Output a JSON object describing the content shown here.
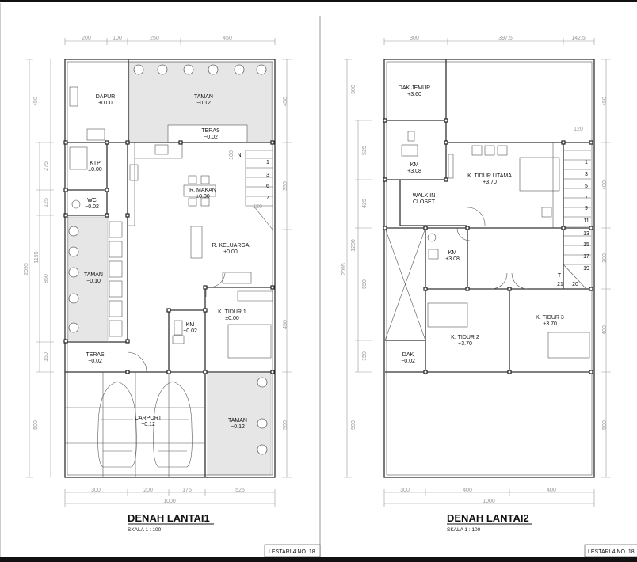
{
  "plan1": {
    "title": "DENAH LANTAI1",
    "scale": "SKALA 1 : 100",
    "stamp": "LESTARI 4 NO. 18",
    "rooms": [
      {
        "name": "DAPUR",
        "level": "±0.00"
      },
      {
        "name": "TAMAN",
        "level": "−0.12"
      },
      {
        "name": "TERAS",
        "level": "−0.02"
      },
      {
        "name": "KTP",
        "level": "±0.00"
      },
      {
        "name": "WC",
        "level": "−0.02"
      },
      {
        "name": "R. MAKAN",
        "level": "±0.00"
      },
      {
        "name": "R. KELUARGA",
        "level": "±0.00"
      },
      {
        "name": "TAMAN",
        "level": "−0.10"
      },
      {
        "name": "KM",
        "level": "−0.02"
      },
      {
        "name": "K. TIDUR 1",
        "level": "±0.00"
      },
      {
        "name": "TERAS",
        "level": "−0.02"
      },
      {
        "name": "CARPORT",
        "level": "−0.12"
      },
      {
        "name": "TAMAN",
        "level": "−0.12"
      }
    ],
    "dims_top": [
      "200",
      "100",
      "250",
      "450"
    ],
    "dims_bottom": [
      "300",
      "200",
      "175",
      "525"
    ],
    "dim_total_bottom": "1000",
    "dims_left": [
      "450",
      "275",
      "125",
      "850",
      "150",
      "500"
    ],
    "dim_left_mid": "1195",
    "dim_left_total": "2095",
    "dims_right": [
      "450",
      "350",
      "450",
      "500"
    ],
    "stair_marks": [
      "N",
      "1",
      "3",
      "6",
      "7"
    ],
    "stair_dim": "120",
    "stair_side_dim": "100"
  },
  "plan2": {
    "title": "DENAH LANTAI2",
    "scale": "SKALA 1 : 100",
    "stamp": "LESTARI 4 NO. 18",
    "rooms": [
      {
        "name": "DAK JEMUR",
        "level": "+3.60"
      },
      {
        "name": "KM",
        "level": "+3.08"
      },
      {
        "name": "K. TIDUR UTAMA",
        "level": "+3.70"
      },
      {
        "name": "WALK IN",
        "level": "CLOSET"
      },
      {
        "name": "KM",
        "level": "+3.08"
      },
      {
        "name": "K. TIDUR 3",
        "level": "+3.70"
      },
      {
        "name": "K. TIDUR 2",
        "level": "+3.70"
      },
      {
        "name": "DAK",
        "level": "−0.02"
      }
    ],
    "dims_top": [
      "300",
      "397.5",
      "142.5"
    ],
    "dims_bottom": [
      "300",
      "400",
      "400"
    ],
    "dim_total_bottom": "1000",
    "dims_left": [
      "300",
      "525",
      "425",
      "550",
      "150",
      "500"
    ],
    "dim_left_mid": "1200",
    "dim_left_total": "2095",
    "dims_right": [
      "450",
      "400",
      "300",
      "400",
      "500"
    ],
    "stair_marks": [
      "1",
      "3",
      "5",
      "7",
      "9",
      "11",
      "13",
      "15",
      "17",
      "19",
      "T",
      "21",
      "20"
    ],
    "stair_dim": "120"
  }
}
